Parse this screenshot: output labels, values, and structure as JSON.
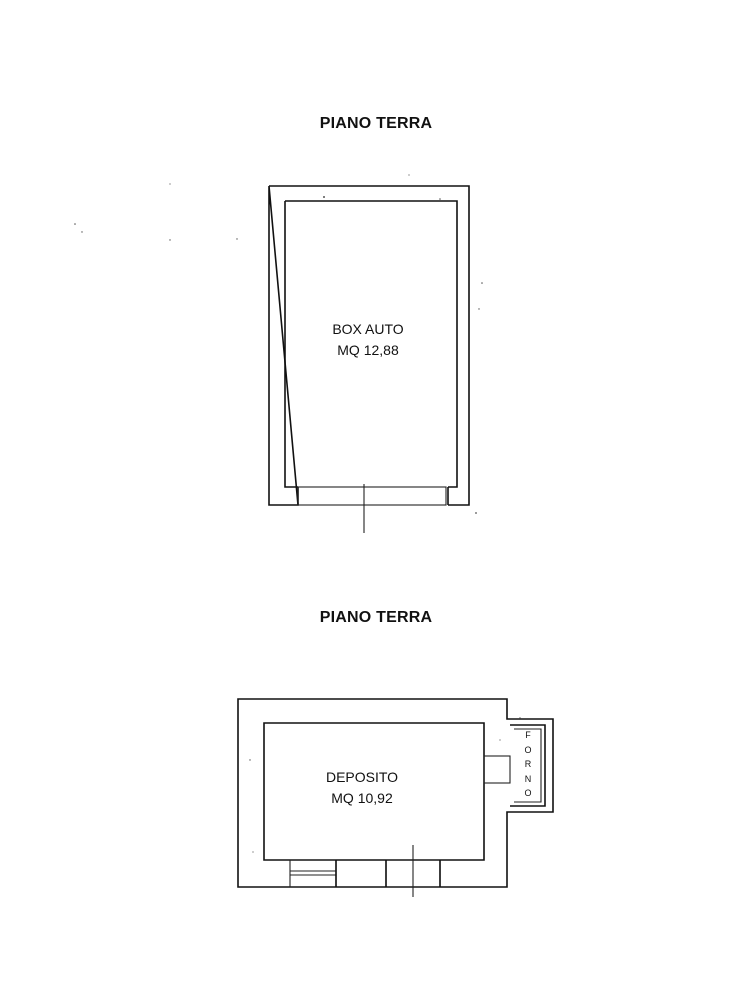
{
  "plans": [
    {
      "title": "PIANO TERRA",
      "room": {
        "name": "BOX AUTO",
        "area": "MQ 12,88"
      }
    },
    {
      "title": "PIANO TERRA",
      "room": {
        "name": "DEPOSITO",
        "area": "MQ 10,92"
      },
      "annex": {
        "letters": [
          "F",
          "O",
          "R",
          "N",
          "O"
        ]
      }
    }
  ],
  "colors": {
    "line": "#111111",
    "background": "#ffffff"
  }
}
